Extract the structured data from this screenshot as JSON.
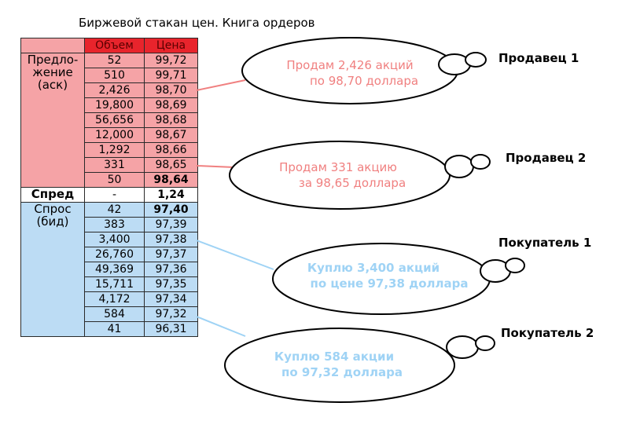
{
  "title": "Биржевой стакан цен. Книга ордеров",
  "book": {
    "headers": {
      "volume": "Объем",
      "price": "Цена"
    },
    "ask_label": [
      "Предло-",
      "жение",
      "(аск)"
    ],
    "asks": [
      {
        "volume": "52",
        "price": "99,72"
      },
      {
        "volume": "510",
        "price": "99,71"
      },
      {
        "volume": "2,426",
        "price": "98,70"
      },
      {
        "volume": "19,800",
        "price": "98,69"
      },
      {
        "volume": "56,656",
        "price": "98,68"
      },
      {
        "volume": "12,000",
        "price": "98,67"
      },
      {
        "volume": "1,292",
        "price": "98,66"
      },
      {
        "volume": "331",
        "price": "98,65"
      },
      {
        "volume": "50",
        "price": "98,64"
      }
    ],
    "spread": {
      "label": "Спред",
      "volume": "-",
      "value": "1,24"
    },
    "bid_label": [
      "Спрос",
      "(бид)"
    ],
    "bids": [
      {
        "volume": "42",
        "price": "97,40"
      },
      {
        "volume": "383",
        "price": "97,39"
      },
      {
        "volume": "3,400",
        "price": "97,38"
      },
      {
        "volume": "26,760",
        "price": "97,37"
      },
      {
        "volume": "49,369",
        "price": "97,36"
      },
      {
        "volume": "15,711",
        "price": "97,35"
      },
      {
        "volume": "4,172",
        "price": "97,34"
      },
      {
        "volume": "584",
        "price": "97,32"
      },
      {
        "volume": "41",
        "price": "96,31"
      }
    ]
  },
  "participants": [
    {
      "name": "Продавец 1",
      "line1": "Продам 2,426 акций",
      "line2": "по 98,70 доллара"
    },
    {
      "name": "Продавец 2",
      "line1": "Продам 331 акцию",
      "line2": "за 98,65 доллара"
    },
    {
      "name": "Покупатель 1",
      "line1": "Куплю 3,400 акций",
      "line2": "по цене 97,38 доллара"
    },
    {
      "name": "Покупатель 2",
      "line1": "Куплю 584 акции",
      "line2": "по 97,32 доллара"
    }
  ],
  "colors": {
    "ask": "#f5a3a6",
    "header": "#e8242c",
    "bid": "#bcdcf4",
    "sell_text": "#f08080",
    "buy_text": "#9fd3f5"
  }
}
